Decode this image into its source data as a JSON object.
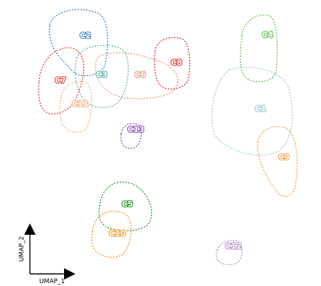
{
  "chart_data": {
    "type": "scatter",
    "title": "",
    "xlabel": "UMAP_1",
    "ylabel": "UMAP_2",
    "grid": false,
    "legend": "none",
    "clusters": [
      {
        "label": "C1",
        "color": "#9ecae1",
        "center": [
          366,
          153
        ]
      },
      {
        "label": "C2",
        "color": "#3a86c8",
        "center": [
          120,
          50
        ]
      },
      {
        "label": "C3",
        "color": "#5fb8a8",
        "center": [
          143,
          105
        ]
      },
      {
        "label": "C4",
        "color": "#6ac04a",
        "center": [
          376,
          49
        ]
      },
      {
        "label": "C5",
        "color": "#2e9a2e",
        "center": [
          179,
          287
        ]
      },
      {
        "label": "C6",
        "color": "#e0a080",
        "center": [
          197,
          105
        ]
      },
      {
        "label": "C7",
        "color": "#e8413a",
        "center": [
          85,
          113
        ]
      },
      {
        "label": "C8",
        "color": "#e83030",
        "center": [
          248,
          88
        ]
      },
      {
        "label": "C9",
        "color": "#f5a050",
        "center": [
          399,
          221
        ]
      },
      {
        "label": "C10",
        "color": "#f59a20",
        "center": [
          165,
          328
        ]
      },
      {
        "label": "C11",
        "color": "#f5b080",
        "center": [
          113,
          146
        ]
      },
      {
        "label": "C12",
        "color": "#b48fd0",
        "center": [
          328,
          346
        ]
      },
      {
        "label": "C13",
        "color": "#8a55b8",
        "center": [
          191,
          182
        ]
      }
    ]
  }
}
